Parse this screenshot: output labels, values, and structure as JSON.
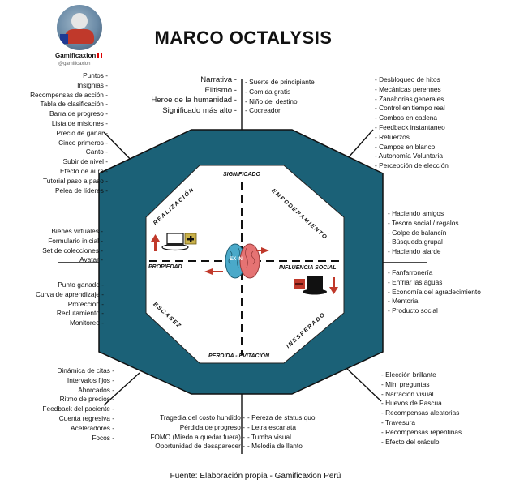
{
  "title": "MARCO OCTALYSIS",
  "profile": {
    "name": "Gamificaxion",
    "handle": "@gamificaxion"
  },
  "footer": "Fuente: Elaboración propia - Gamificaxion Perú",
  "center_label": "EX IN",
  "drives": {
    "top": "SIGNIFICADO",
    "top_right": "EMPODERAMIENTO",
    "right": "INFLUENCIA SOCIAL",
    "bottom_right": "INESPERADO",
    "bottom": "PERDIDA - EVITACIÓN",
    "bottom_left": "ESCASEZ",
    "left": "PROPIEDAD",
    "top_left": "REALIZACIÓN"
  },
  "lists": {
    "top_left": [
      "Narrativa",
      "Elitismo",
      "Heroe de la humanidad",
      "Significado más alto"
    ],
    "top_right": [
      "Suerte de principiante",
      "Comida gratis",
      "Niño del destino",
      "Cocreador"
    ],
    "left_upper": [
      "Puntos",
      "Insignias",
      "Recompensas de acción",
      "Tabla de clasificación",
      "Barra de progreso",
      "Lista de misiones",
      "Precio de ganar",
      "Cinco primeros",
      "Canto",
      "Subir de nivel",
      "Efecto de aura",
      "Tutorial paso a paso",
      "Pelea de líderes"
    ],
    "right_upper": [
      "Desbloqueo de hitos",
      "Mecánicas perennes",
      "Zanahorias generales",
      "Control en tiempo real",
      "Combos en cadena",
      "Feedback instantaneo",
      "Refuerzos",
      "Campos en blanco",
      "Autonomía Voluntaria",
      "Percepción de elección"
    ],
    "left_mid": [
      "Bienes virtuales",
      "Formulario inicial",
      "Set de colecciones",
      "Avatar"
    ],
    "right_mid": [
      "Haciendo amigos",
      "Tesoro social / regalos",
      "Golpe de balancín",
      "Búsqueda grupal",
      "Haciendo alarde"
    ],
    "left_mid2": [
      "Punto ganado",
      "Curva de aprendizaje",
      "Protección",
      "Reclutamiento",
      "Monitoreo"
    ],
    "right_mid2": [
      "Fanfarronería",
      "Enfriar las aguas",
      "Economía del agradecimiento",
      "Mentoria",
      "Producto social"
    ],
    "left_lower": [
      "Dinámica de citas",
      "Intervalos fijos",
      "Ahorcados",
      "Ritmo de precios",
      "Feedback del paciente",
      "Cuenta regresiva",
      "Aceleradores",
      "Focos"
    ],
    "right_lower": [
      "Elección brillante",
      "Mini preguntas",
      "Narración visual",
      "Huevos de Pascua",
      "Recompensas aleatorias",
      "Travesura",
      "Recompensas repentinas",
      "Efecto del oráculo"
    ],
    "bottom_left": [
      "Tragedia del costo hundido",
      "Pérdida de progreso",
      "FOMO (Miedo a quedar fuera)",
      "Oportunidad de desaparecer"
    ],
    "bottom_right": [
      "Pereza de status quo",
      "Letra escarlata",
      "Tumba visual",
      "Melodia de llanto"
    ]
  },
  "colors": {
    "octagon": "#1b6177",
    "border": "#111111",
    "arrow": "#c0392b",
    "brain_left": "#4aa9c9",
    "brain_right": "#e57373"
  },
  "icons": [
    "white-top-hat-icon",
    "plus-icon",
    "black-top-hat-icon",
    "minus-icon",
    "brain-icon"
  ]
}
